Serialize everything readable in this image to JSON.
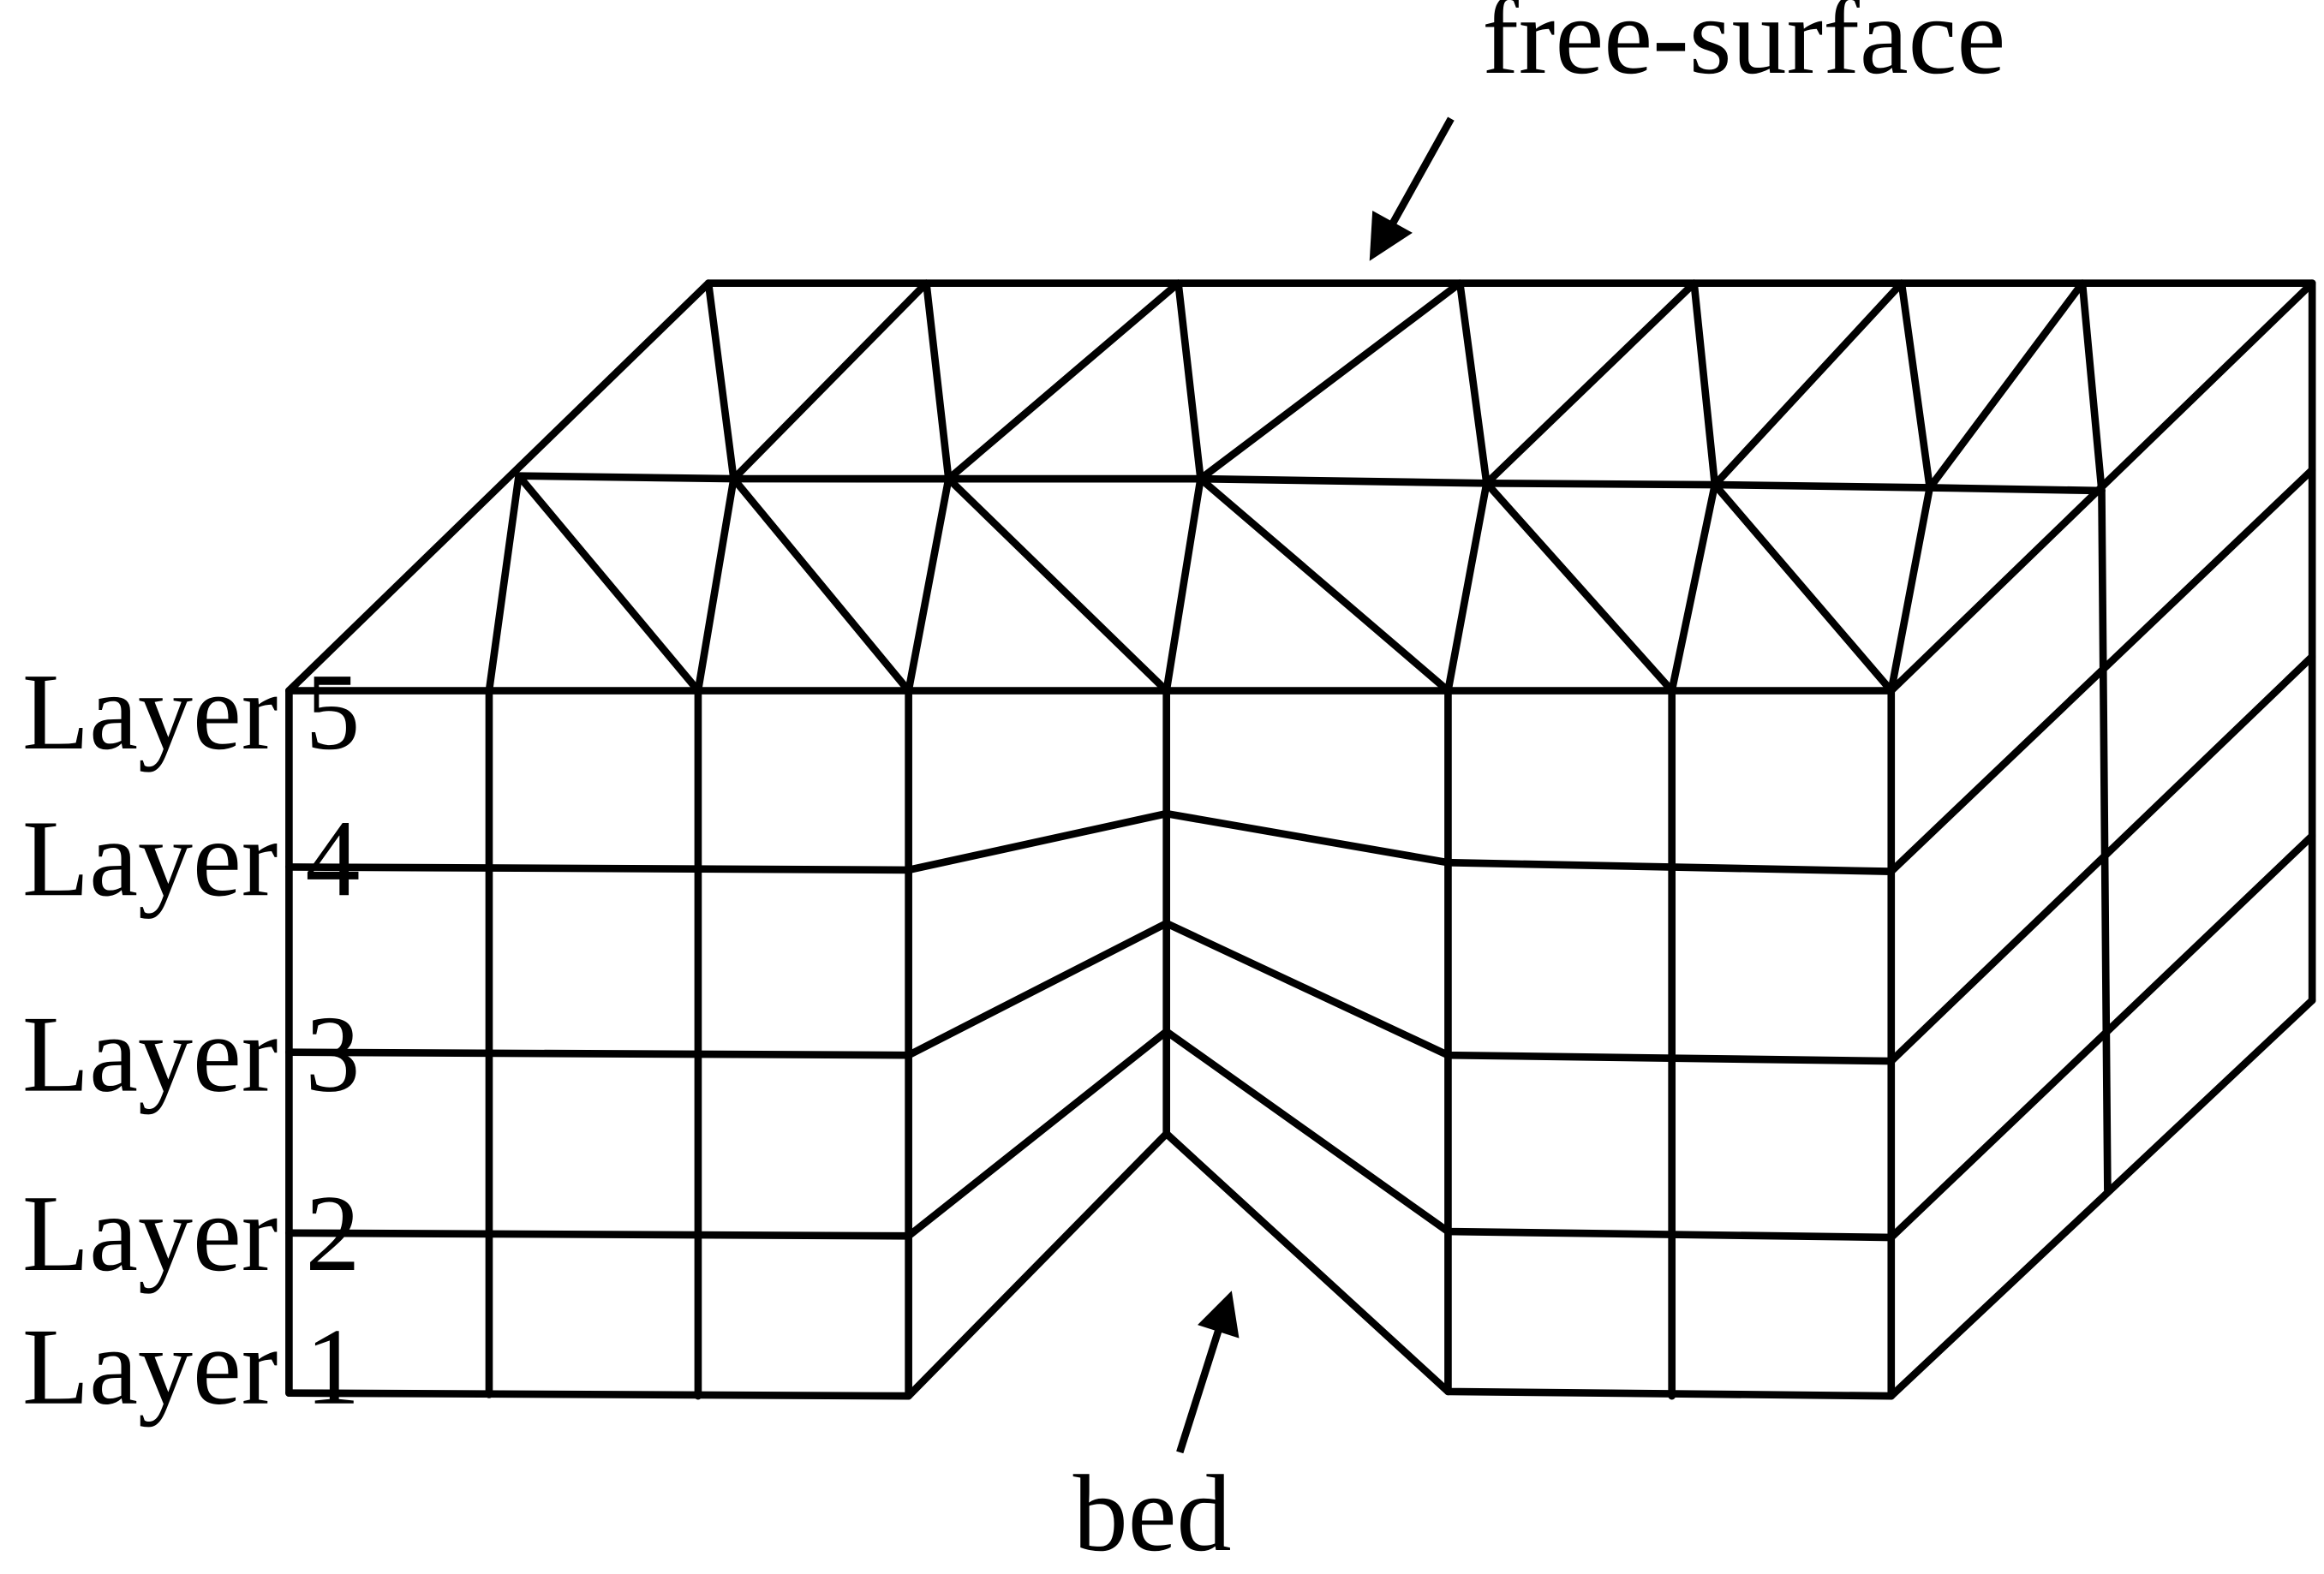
{
  "labels": {
    "free_surface": "free-surface",
    "bed": "bed"
  },
  "layers": [
    "Layer 5",
    "Layer 4",
    "Layer 3",
    "Layer 2",
    "Layer 1"
  ],
  "colors": {
    "stroke": "#000000",
    "background": "#ffffff"
  }
}
